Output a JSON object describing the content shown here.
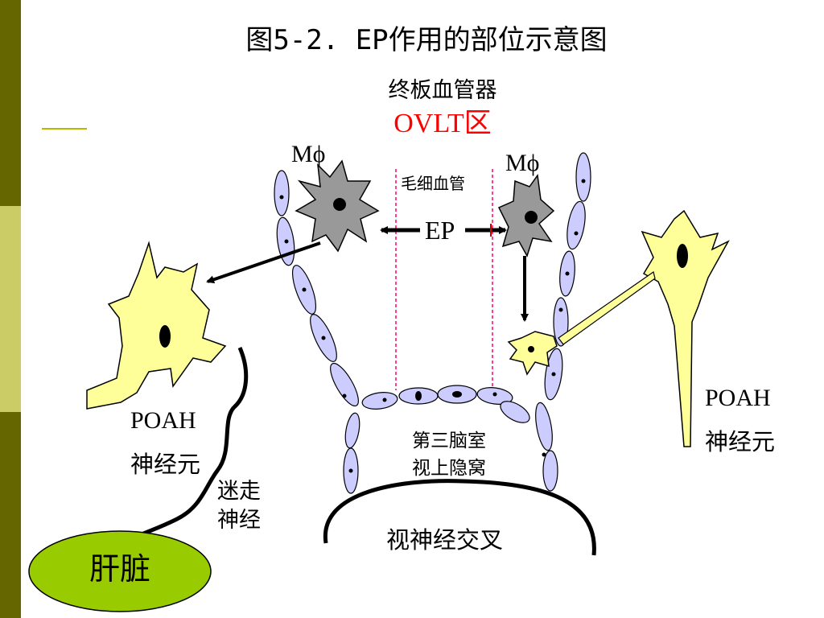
{
  "slide": {
    "title": "图5-2. EP作用的部位示意图",
    "subtitle": "终板血管器",
    "ovlt_label": "OVLT区",
    "colors": {
      "sidebar_dark": "#666600",
      "sidebar_light": "#cccc66",
      "accent_line": "#b8b800",
      "ovlt_red": "#ff0000",
      "neuron_yellow": "#ffff99",
      "macrophage_gray": "#999999",
      "endothelial_blue": "#ccccff",
      "dashed_pink": "#ff0066",
      "liver_green": "#99cc00"
    }
  },
  "diagram": {
    "macrophage_left_label": "Mϕ",
    "macrophage_right_label": "Mϕ",
    "capillary_label": "毛细血管",
    "ep_label": "EP",
    "poah_left_label": "POAH",
    "neuron_left_label": "神经元",
    "poah_right_label": "POAH",
    "neuron_right_label": "神经元",
    "vagus_line1": "迷走",
    "vagus_line2": "神经",
    "third_ventricle_line1": "第三脑室",
    "third_ventricle_line2": "视上隐窝",
    "optic_chiasm_label": "视神经交叉",
    "liver_label": "肝脏"
  }
}
